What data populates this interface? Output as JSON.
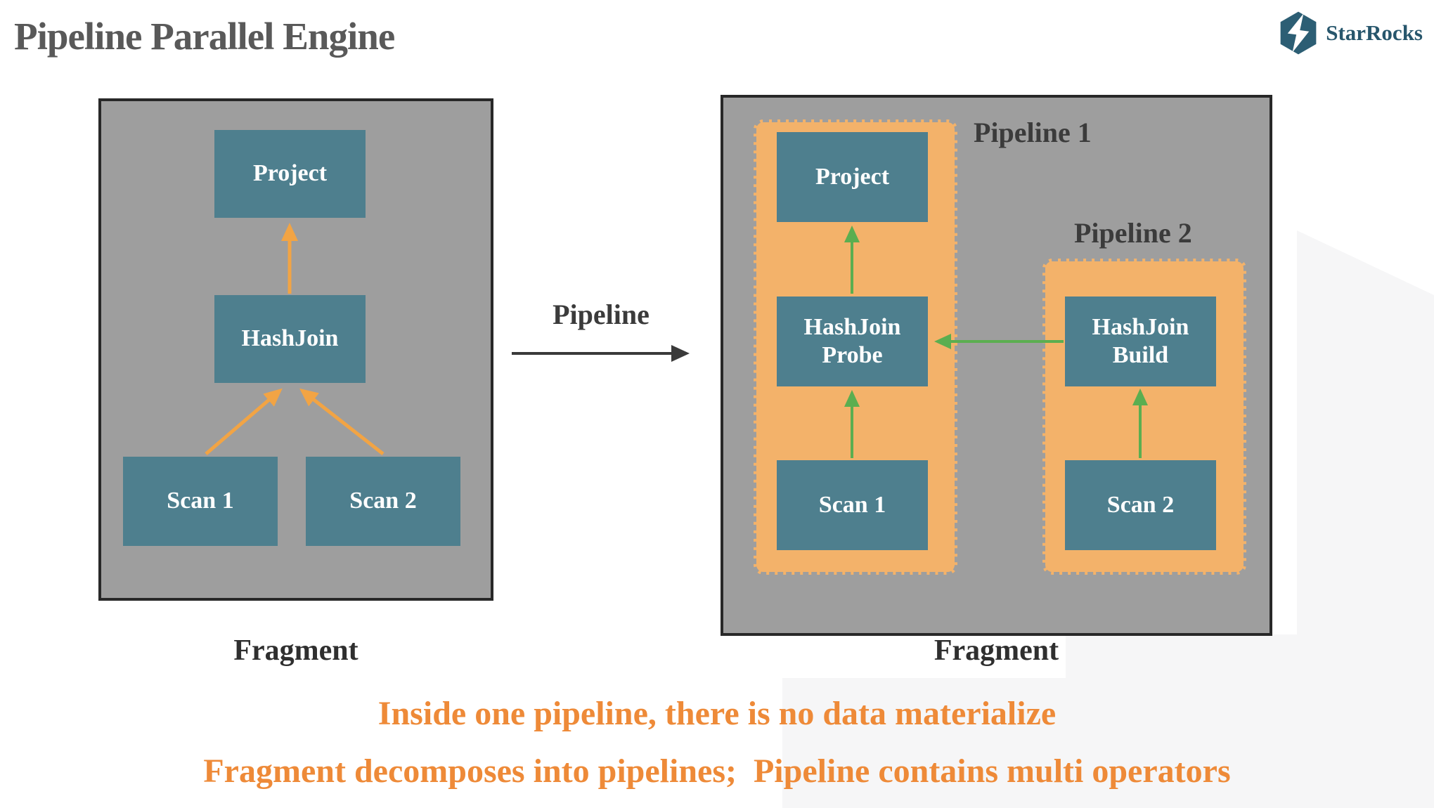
{
  "slide": {
    "title": "Pipeline Parallel Engine",
    "brand": {
      "name": "StarRocks"
    },
    "left_fragment": {
      "caption": "Fragment",
      "nodes": {
        "project": "Project",
        "hashjoin": "HashJoin",
        "scan1": "Scan 1",
        "scan2": "Scan 2"
      }
    },
    "transition": {
      "label": "Pipeline"
    },
    "right_fragment": {
      "caption": "Fragment",
      "pipelines": [
        {
          "label": "Pipeline 1"
        },
        {
          "label": "Pipeline 2"
        }
      ],
      "nodes": {
        "project": "Project",
        "hashjoin_probe_line1": "HashJoin",
        "hashjoin_probe_line2": "Probe",
        "hashjoin_build_line1": "HashJoin",
        "hashjoin_build_line2": "Build",
        "scan1": "Scan 1",
        "scan2": "Scan 2"
      }
    },
    "notes": {
      "line1": "Inside one pipeline, there is no data materialize",
      "line2": "Fragment decomposes into pipelines;  Pipeline contains multi operators"
    },
    "colors": {
      "operator_box": "#4E7F8E",
      "fragment_bg": "#9E9E9E",
      "fragment_border": "#282828",
      "pipeline_container": "#F3B26A",
      "pipeline_dash": "#9E9E9E",
      "arrow_orange": "#F2A444",
      "arrow_green": "#5BAE50",
      "arrow_dark": "#3A3A3A",
      "note_text": "#EE8A38",
      "title_text": "#595959",
      "brand_teal": "#27566C",
      "bg_swash": "#F6F6F7"
    }
  }
}
